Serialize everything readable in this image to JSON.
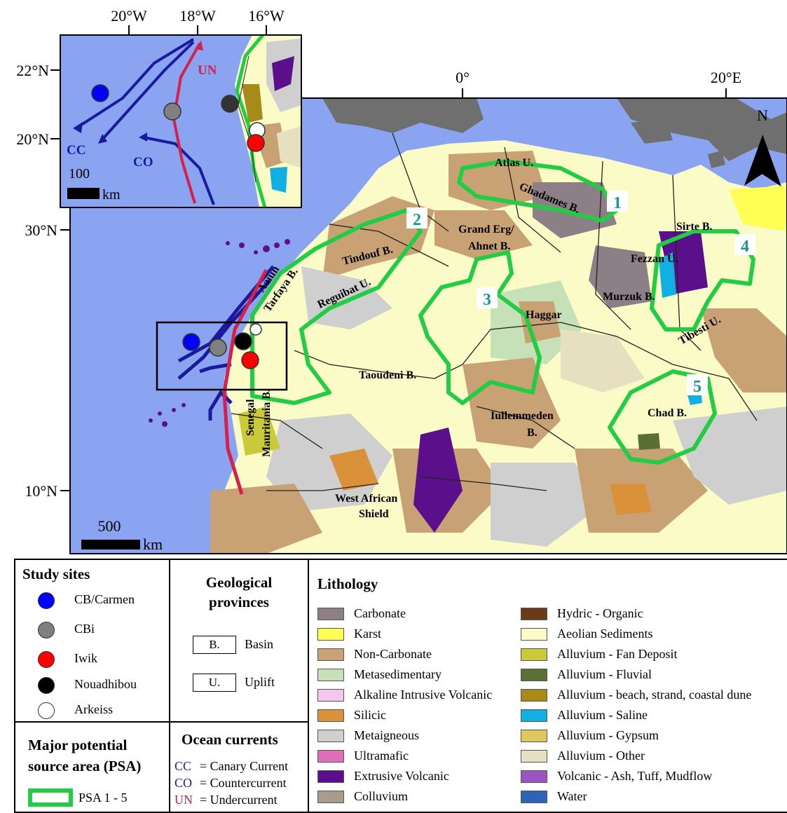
{
  "map": {
    "lon_ticks": [
      "0°",
      "20°E"
    ],
    "lat_ticks": [
      "30°N",
      "10°N"
    ],
    "north": "N",
    "scale_value": "500",
    "scale_unit": "km",
    "region_labels": {
      "atlas": "Atlas U.",
      "ghadames": "Ghadames B.",
      "grand_erg_1": "Grand Erg/",
      "grand_erg_2": "Ahnet B.",
      "sirte": "Sirte B.",
      "tindouf": "Tindouf B.",
      "aaiun": "Aaiun",
      "tarfaya": "Tarfaya B.",
      "reguibat": "Reguibat U.",
      "fezzan": "Fezzan U.",
      "murzuk": "Murzuk B.",
      "haggar": "Haggar",
      "tibesti": "Tibesti U.",
      "taoudeni": "Taoudeni B.",
      "iullemmeden_1": "Iullemmeden",
      "iullemmeden_2": "B.",
      "chad": "Chad B.",
      "senegal": "Senegal",
      "mauritania": "Mauritania B.",
      "west_african_1": "West African",
      "west_african_2": "Shield"
    },
    "psa_numbers": [
      "1",
      "2",
      "3",
      "4",
      "5"
    ]
  },
  "inset": {
    "lon_ticks": [
      "20°W",
      "18°W",
      "16°W"
    ],
    "lat_ticks": [
      "22°N",
      "20°N"
    ],
    "labels": {
      "cc": "CC",
      "co": "CO",
      "un": "UN"
    },
    "scale_value": "100",
    "scale_unit": "km"
  },
  "legend": {
    "study_sites": {
      "title": "Study sites",
      "items": [
        {
          "label": "CB/Carmen",
          "color": "#0000ff"
        },
        {
          "label": "CBi",
          "color": "#808080"
        },
        {
          "label": "Iwik",
          "color": "#ff0000"
        },
        {
          "label": "Nouadhibou",
          "color": "#000000"
        },
        {
          "label": "Arkeiss",
          "color": "#ffffff"
        }
      ]
    },
    "provinces": {
      "title_1": "Geological",
      "title_2": "provinces",
      "items": [
        {
          "abbr": "B.",
          "label": "Basin"
        },
        {
          "abbr": "U.",
          "label": "Uplift"
        }
      ]
    },
    "psa": {
      "title_1": "Major potential",
      "title_2": "source area (PSA)",
      "label": "PSA 1 - 5",
      "color": "#22cc44"
    },
    "currents": {
      "title": "Ocean currents",
      "items": [
        {
          "abbr": "CC",
          "label": "= Canary Current",
          "color": "#1a1a9c"
        },
        {
          "abbr": "CO",
          "label": "= Countercurrent",
          "color": "#1a1a9c"
        },
        {
          "abbr": "UN",
          "label": "= Undercurrent",
          "color": "#d4204a"
        }
      ]
    },
    "lithology": {
      "title": "Lithology",
      "col1": [
        {
          "label": "Carbonate",
          "color": "#8c7f86"
        },
        {
          "label": "Karst",
          "color": "#ffff55"
        },
        {
          "label": "Non-Carbonate",
          "color": "#c8a275"
        },
        {
          "label": "Metasedimentary",
          "color": "#c6e0b8"
        },
        {
          "label": "Alkaline Intrusive Volcanic",
          "color": "#f2c6ee"
        },
        {
          "label": "Silicic",
          "color": "#d9913a"
        },
        {
          "label": "Metaigneous",
          "color": "#cfcfcf"
        },
        {
          "label": "Ultramafic",
          "color": "#dc6fb8"
        },
        {
          "label": "Extrusive Volcanic",
          "color": "#5b0f8a"
        },
        {
          "label": "Colluvium",
          "color": "#a89c8a"
        }
      ],
      "col2": [
        {
          "label": "Hydric - Organic",
          "color": "#6b3a1a"
        },
        {
          "label": "Aeolian Sediments",
          "color": "#fbfbc8"
        },
        {
          "label": "Alluvium - Fan Deposit",
          "color": "#c9c93a"
        },
        {
          "label": "Alluvium - Fluvial",
          "color": "#5b6e35"
        },
        {
          "label": "Alluvium - beach, strand, coastal dune",
          "color": "#a68b1a"
        },
        {
          "label": "Alluvium - Saline",
          "color": "#12b0e2"
        },
        {
          "label": "Alluvium - Gypsum",
          "color": "#e0c65e"
        },
        {
          "label": "Alluvium - Other",
          "color": "#e6e0c0"
        },
        {
          "label": "Volcanic - Ash, Tuff, Mudflow",
          "color": "#9a55c2"
        },
        {
          "label": "Water",
          "color": "#2e64b8"
        }
      ]
    }
  }
}
